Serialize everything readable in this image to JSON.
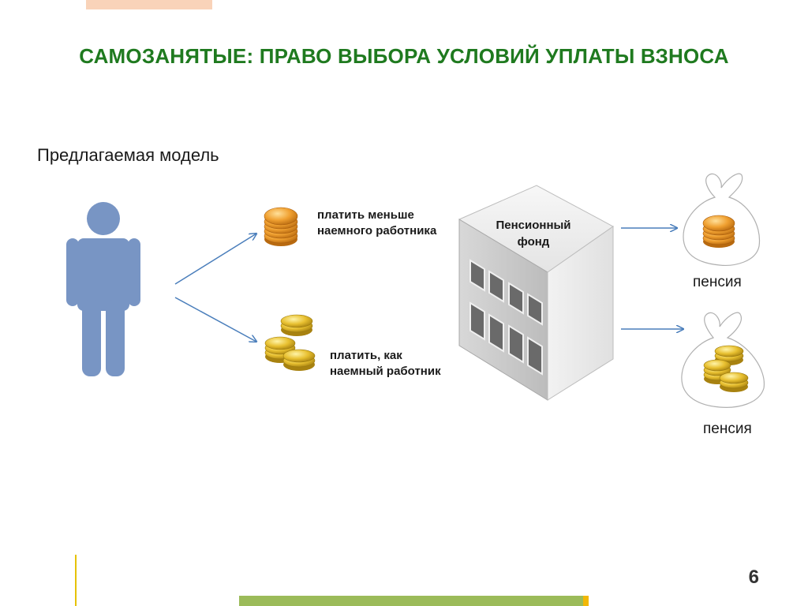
{
  "title": "САМОЗАНЯТЫЕ: ПРАВО ВЫБОРА УСЛОВИЙ УПЛАТЫ ВЗНОСА",
  "subtitle": "Предлагаемая модель",
  "option_less": "платить меньше\nнаемного работника",
  "option_equal": "платить, как\nнаемный работник",
  "fund_label": "Пенсионный\nфонд",
  "pension_small": "пенсия",
  "pension_large": "пенсия",
  "page_number": "6",
  "colors": {
    "title_green": "#1f7a1f",
    "person_blue": "#7895c4",
    "arrow_blue": "#4a7ebb",
    "gold": "#e8b020",
    "bottom_bar_green": "#9bbb59"
  }
}
